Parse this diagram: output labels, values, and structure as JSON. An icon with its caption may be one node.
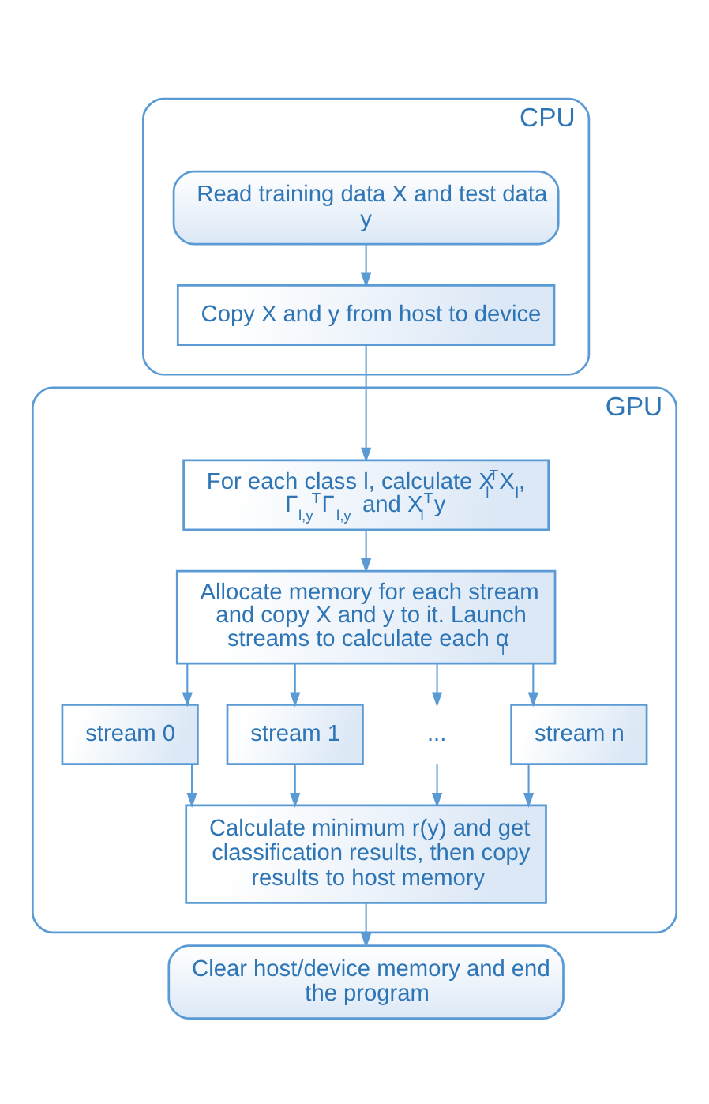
{
  "diagram": {
    "nodes": [
      {
        "text": [
          "CPU"
        ]
      },
      {
        "text": [
          "Read training data X and test data y"
        ],
        "in": 0
      },
      {
        "text": [
          "Copy X and y from host to device"
        ],
        "in": 0
      },
      {
        "text": [
          "GPU"
        ]
      },
      {
        "text": [
          "For each class l, calculate X$_{l}$$^{T}$X$_{l}$, Γ$_{l,y}$$^{T}$Γ$_{l,y}$ and X$_{l}$$^{T}$y"
        ],
        "in": 3
      },
      {
        "text": [
          "Allocate memory for each stream and copy X and y to it. Launch streams to calculate each α$_{l}$"
        ],
        "in": 3
      },
      {
        "text": [
          "stream 0"
        ],
        "in": 3
      },
      {
        "text": [
          "stream 1"
        ],
        "in": 3
      },
      {
        "text": [
          "..."
        ],
        "in": 3
      },
      {
        "text": [
          "stream n"
        ],
        "in": 3
      },
      {
        "text": [
          "Calculate minimum r(y) and get classification results, then copy results to host memory"
        ],
        "in": 3
      },
      {
        "text": [
          "Clear host/device memory and end the program"
        ]
      }
    ],
    "edges": [
      {
        "from": 1,
        "to": 2,
        "arrow": "to"
      },
      {
        "from": 2,
        "to": 4,
        "arrow": "to"
      },
      {
        "from": 4,
        "to": 5,
        "arrow": "to"
      },
      {
        "from": 5,
        "to": 6,
        "arrow": "to"
      },
      {
        "from": 5,
        "to": 7,
        "arrow": "to"
      },
      {
        "from": 5,
        "to": 8,
        "arrow": "to"
      },
      {
        "from": 5,
        "to": 9,
        "arrow": "to"
      },
      {
        "from": 6,
        "to": 10,
        "arrow": "to"
      },
      {
        "from": 7,
        "to": 10,
        "arrow": "to"
      },
      {
        "from": 8,
        "to": 10,
        "arrow": "to"
      },
      {
        "from": 9,
        "to": 10,
        "arrow": "to"
      },
      {
        "from": 10,
        "to": 11,
        "arrow": "to"
      }
    ]
  }
}
